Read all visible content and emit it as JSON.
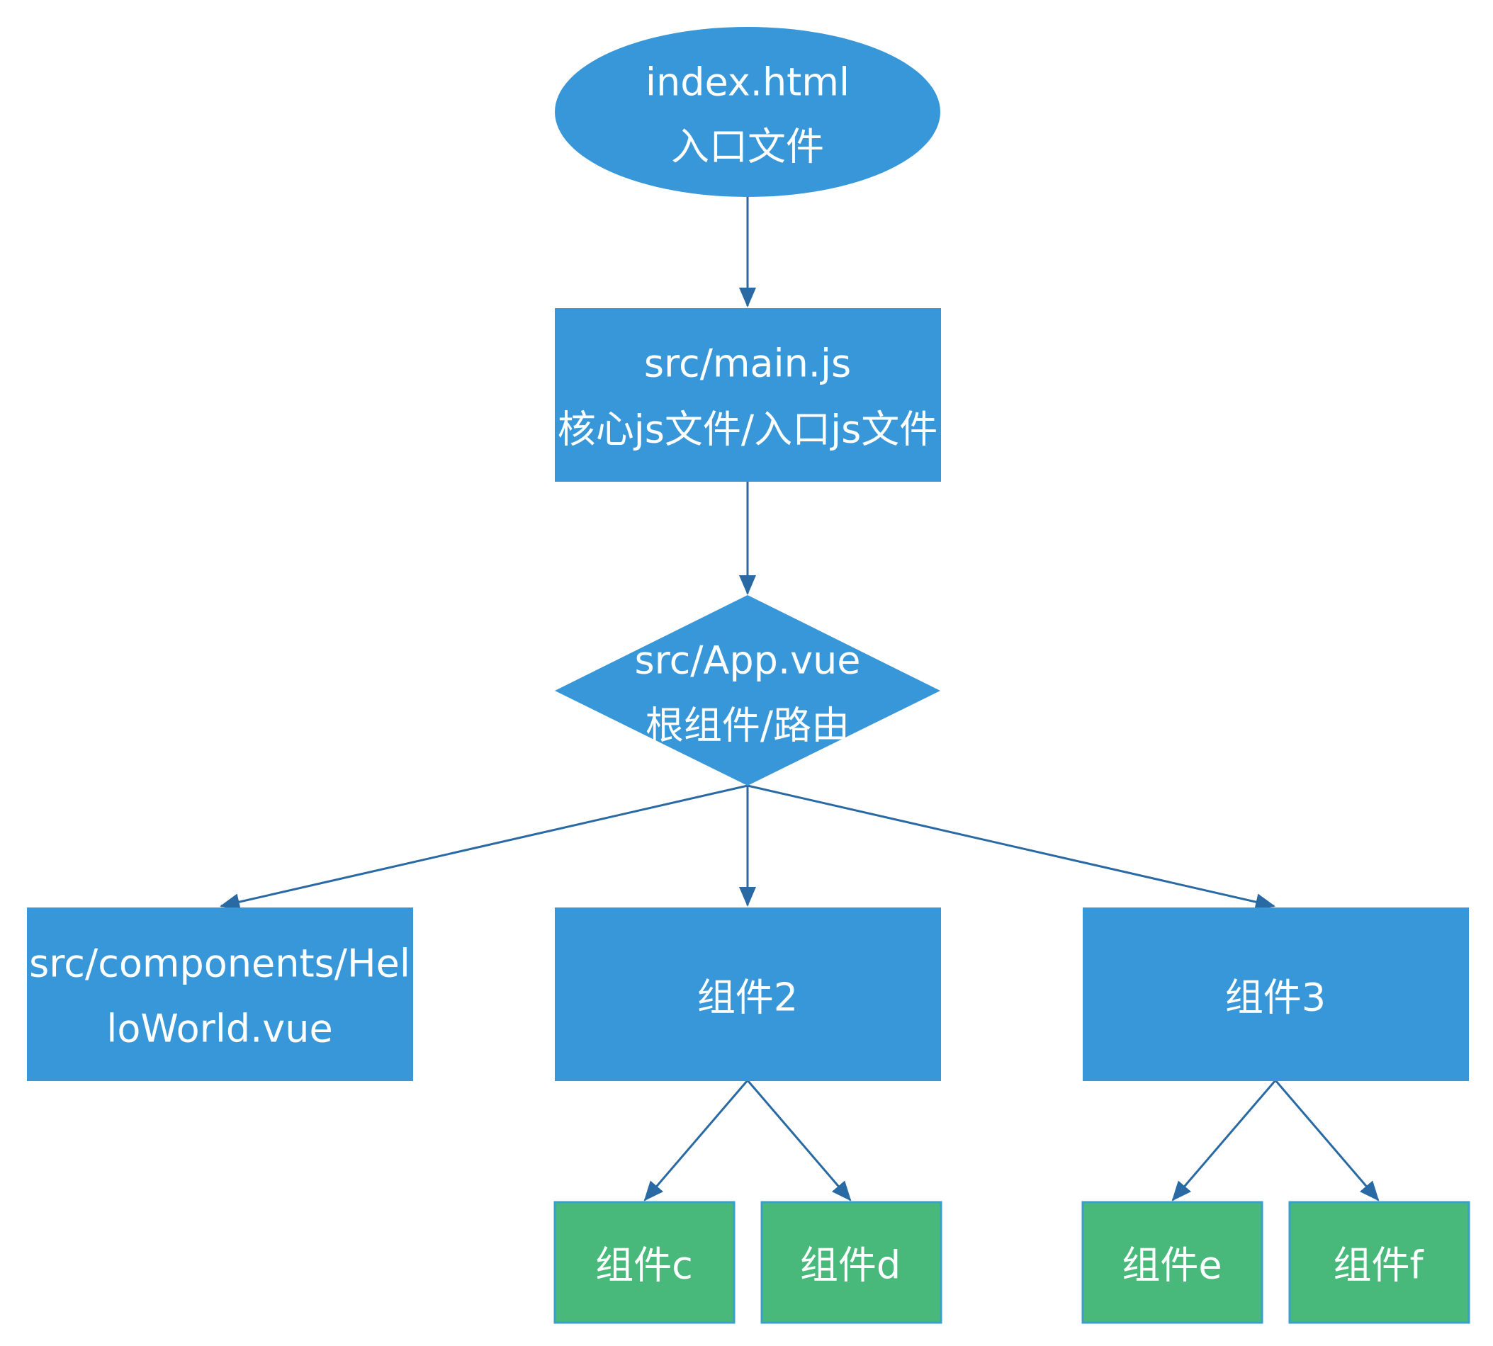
{
  "colors": {
    "primary_node": "#3897d9",
    "leaf_node": "#48b97a",
    "leaf_border": "#3a9fc8",
    "edge": "#2a6aa4",
    "text": "#ffffff"
  },
  "nodes": {
    "index_html": {
      "shape": "ellipse",
      "line1": "index.html",
      "line2": "入口文件"
    },
    "main_js": {
      "shape": "rectangle",
      "line1": "src/main.js",
      "line2": "核心js文件/入口js文件"
    },
    "app_vue": {
      "shape": "diamond",
      "line1": "src/App.vue",
      "line2": "根组件/路由"
    },
    "hello_world": {
      "shape": "rectangle",
      "line1": "src/components/Hel",
      "line2": "loWorld.vue"
    },
    "component_2": {
      "shape": "rectangle",
      "label": "组件2"
    },
    "component_3": {
      "shape": "rectangle",
      "label": "组件3"
    },
    "component_c": {
      "shape": "rectangle",
      "label": "组件c"
    },
    "component_d": {
      "shape": "rectangle",
      "label": "组件d"
    },
    "component_e": {
      "shape": "rectangle",
      "label": "组件e"
    },
    "component_f": {
      "shape": "rectangle",
      "label": "组件f"
    }
  },
  "edges": [
    {
      "from": "index_html",
      "to": "main_js"
    },
    {
      "from": "main_js",
      "to": "app_vue"
    },
    {
      "from": "app_vue",
      "to": "hello_world"
    },
    {
      "from": "app_vue",
      "to": "component_2"
    },
    {
      "from": "app_vue",
      "to": "component_3"
    },
    {
      "from": "component_2",
      "to": "component_c"
    },
    {
      "from": "component_2",
      "to": "component_d"
    },
    {
      "from": "component_3",
      "to": "component_e"
    },
    {
      "from": "component_3",
      "to": "component_f"
    }
  ]
}
